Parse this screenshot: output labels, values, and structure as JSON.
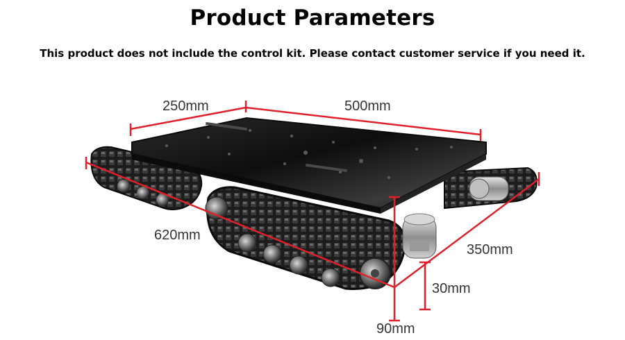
{
  "header": {
    "title": "Product Parameters",
    "notice": "This product does not include the control kit. Please contact customer service if you need it."
  },
  "dimensions": {
    "platform_width": "250mm",
    "platform_length": "500mm",
    "overall_length": "620mm",
    "overall_width": "350mm",
    "ground_clearance": "30mm",
    "height": "90mm"
  },
  "colors": {
    "dimension_line": "#e0202a",
    "plate": "#151515",
    "track": "#1c1c1c",
    "metal": "#9a9a9a"
  }
}
